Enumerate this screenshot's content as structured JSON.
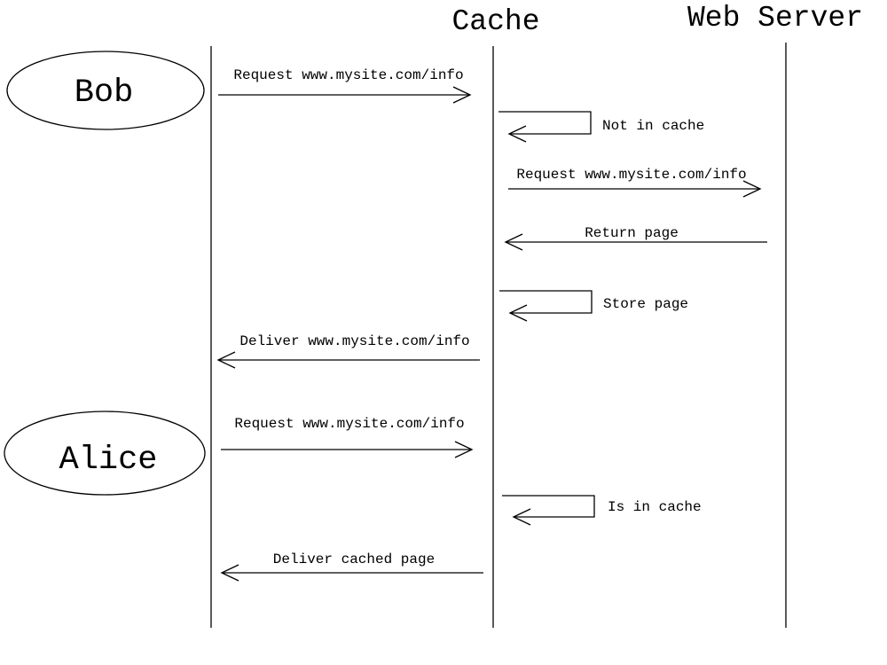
{
  "headers": {
    "cache": "Cache",
    "web_server": "Web Server"
  },
  "actors": {
    "bob": "Bob",
    "alice": "Alice"
  },
  "messages": [
    {
      "id": "bob-request",
      "label": "Request www.mysite.com/info"
    },
    {
      "id": "not-in-cache",
      "label": "Not in cache"
    },
    {
      "id": "cache-request",
      "label": "Request www.mysite.com/info"
    },
    {
      "id": "return-page",
      "label": "Return page"
    },
    {
      "id": "store-page",
      "label": "Store page"
    },
    {
      "id": "deliver-page",
      "label": "Deliver www.mysite.com/info"
    },
    {
      "id": "alice-request",
      "label": "Request www.mysite.com/info"
    },
    {
      "id": "is-in-cache",
      "label": "Is in cache"
    },
    {
      "id": "deliver-cached",
      "label": "Deliver cached page"
    }
  ],
  "colors": {
    "stroke": "#000000",
    "background": "#ffffff"
  }
}
